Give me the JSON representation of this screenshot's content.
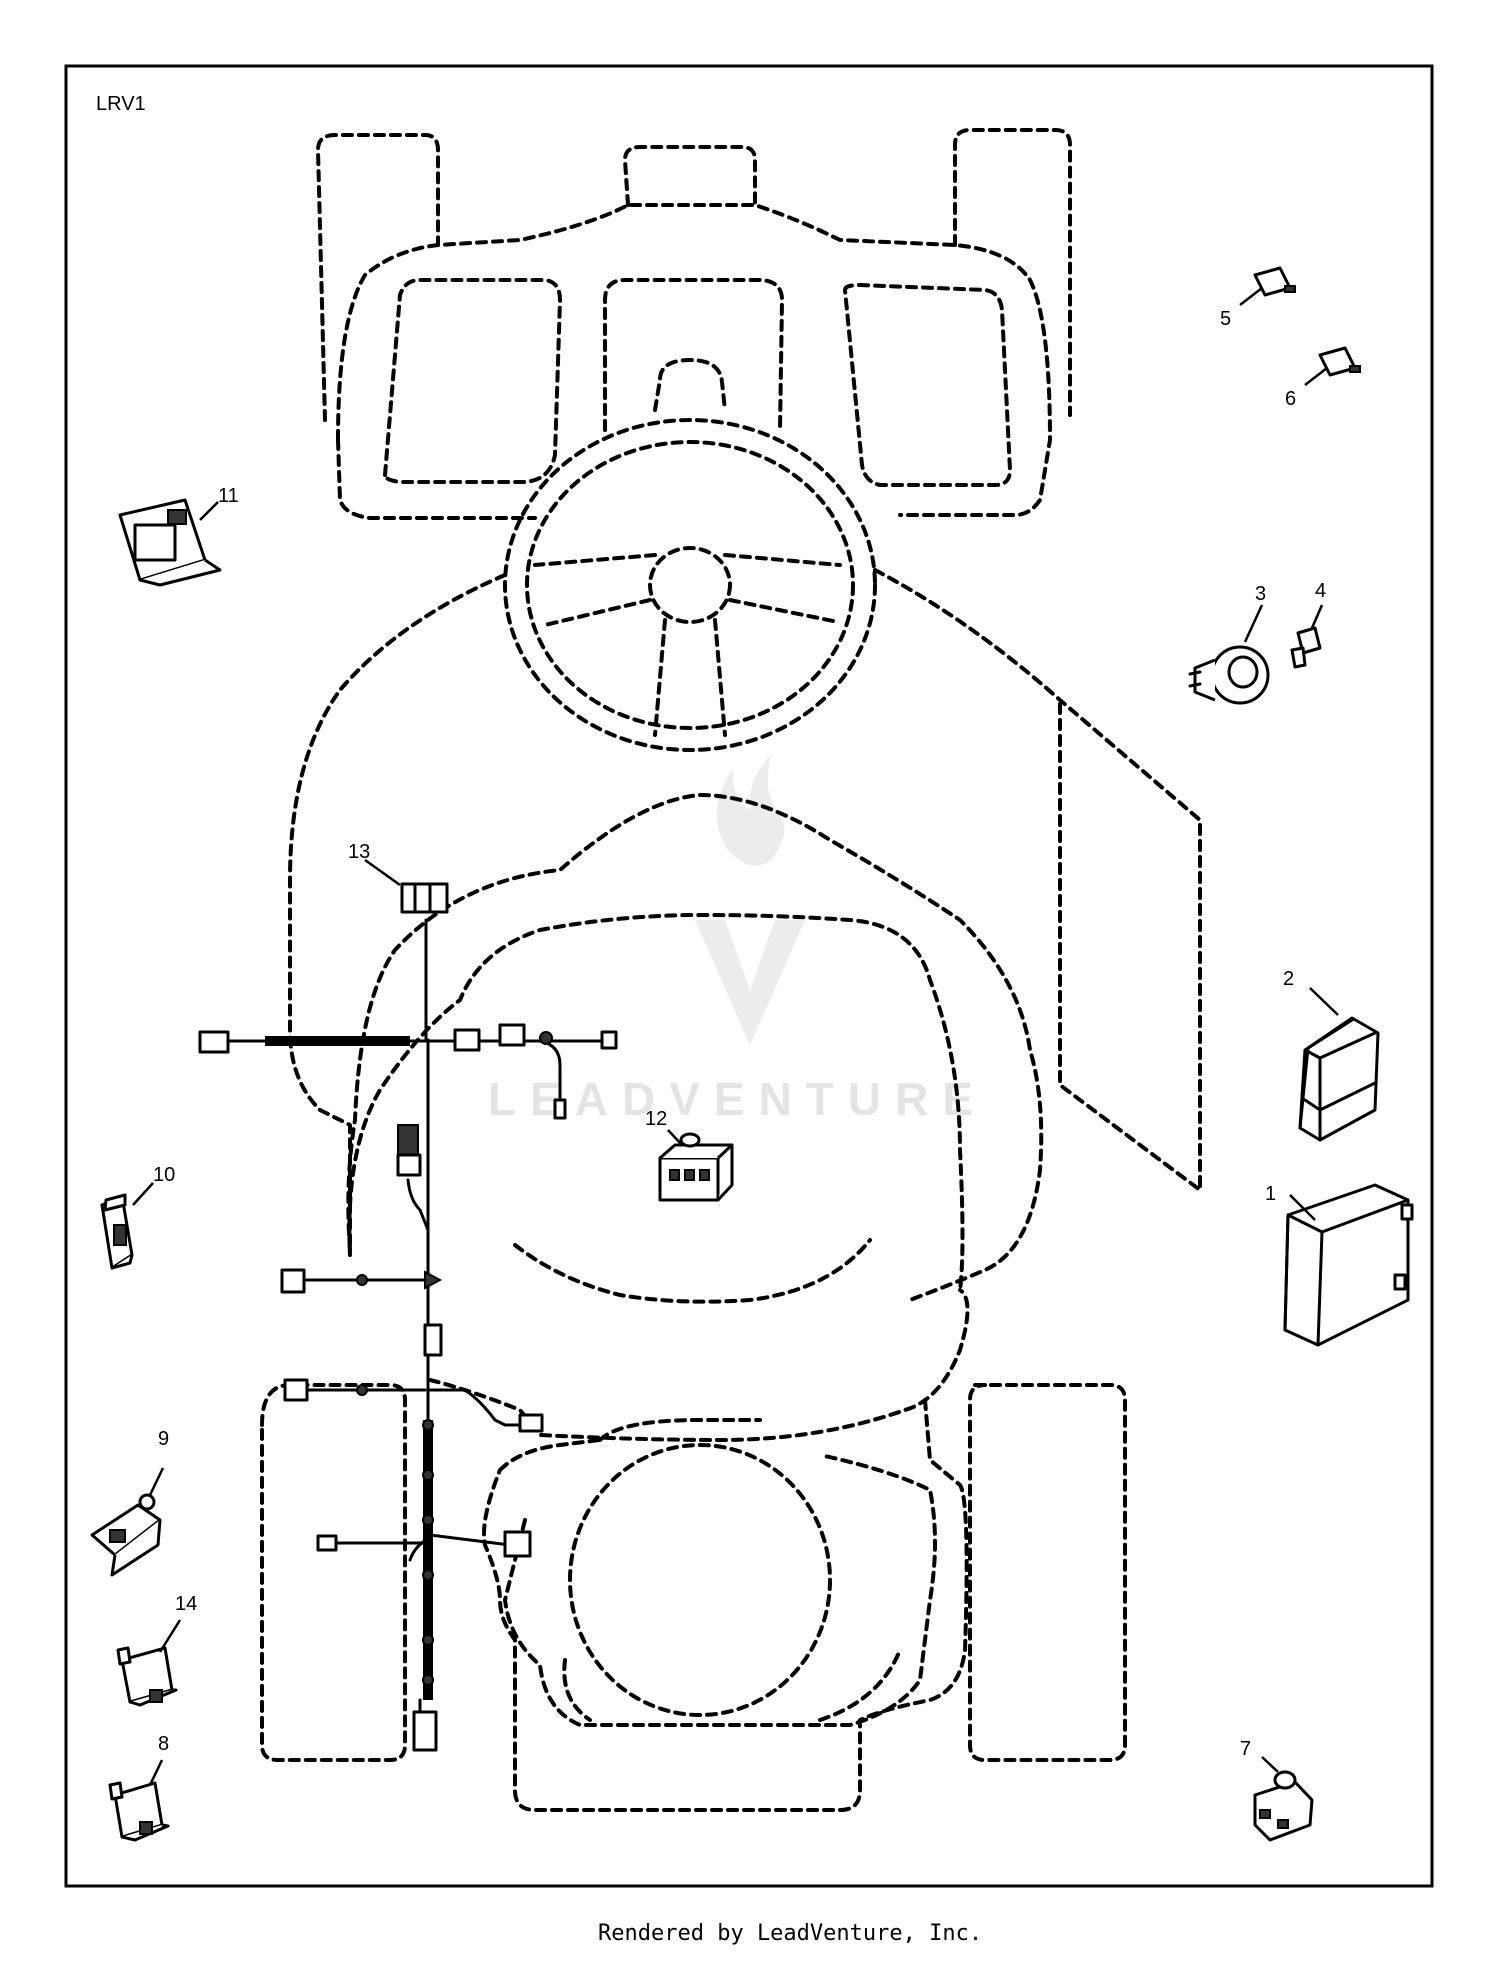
{
  "diagram_code": "LRV1",
  "watermark": "LEADVENTURE",
  "footer": "Rendered by LeadVenture, Inc.",
  "callouts": [
    "1",
    "2",
    "3",
    "4",
    "5",
    "6",
    "7",
    "8",
    "9",
    "10",
    "11",
    "12",
    "13",
    "14"
  ],
  "colors": {
    "line": "#000000",
    "background": "#ffffff",
    "watermark": "#e4e4e4"
  }
}
